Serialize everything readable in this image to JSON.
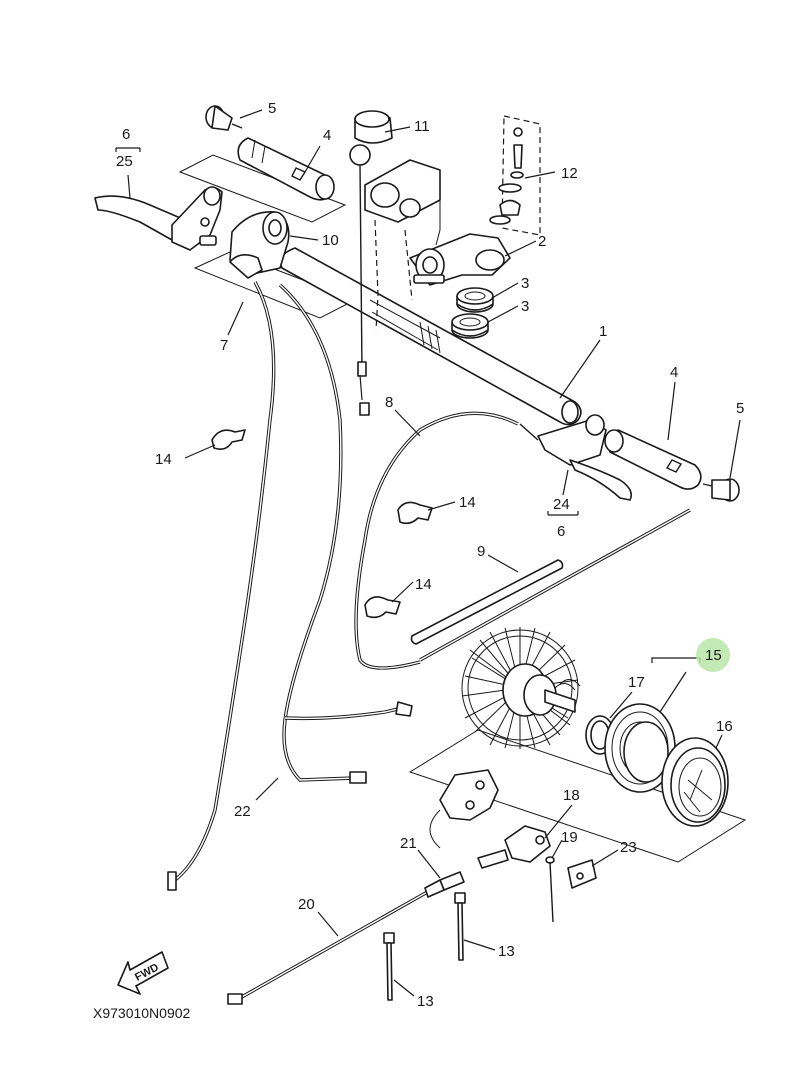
{
  "diagram_code": "X973010N0902",
  "fwd_label": "FWD",
  "highlight_color": "#b9e6a8",
  "callouts": {
    "c1": "1",
    "c2": "2",
    "c3a": "3",
    "c3b": "3",
    "c4a": "4",
    "c4b": "4",
    "c5a": "5",
    "c5b": "5",
    "c6a": "6",
    "c6b": "6",
    "c7": "7",
    "c8": "8",
    "c9": "9",
    "c10": "10",
    "c11": "11",
    "c12": "12",
    "c13a": "13",
    "c13b": "13",
    "c14a": "14",
    "c14b": "14",
    "c14c": "14",
    "c15": "15",
    "c16": "16",
    "c17": "17",
    "c18": "18",
    "c19": "19",
    "c20": "20",
    "c21": "21",
    "c22": "22",
    "c23": "23",
    "c24": "24",
    "c25": "25"
  }
}
